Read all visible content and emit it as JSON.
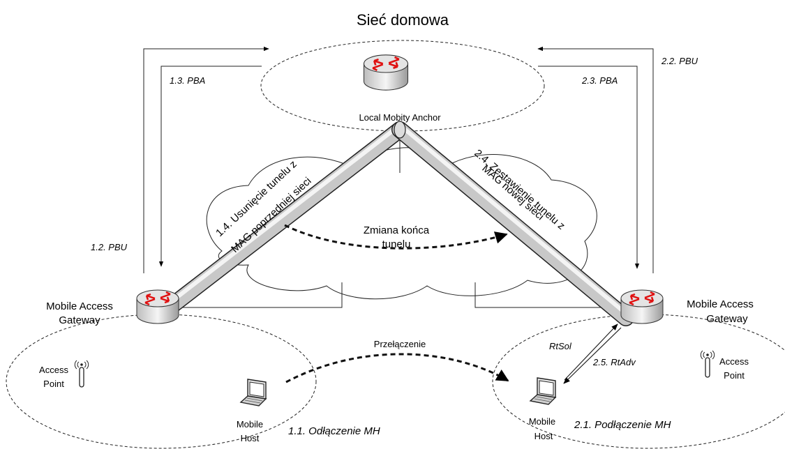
{
  "title": "Sieć domowa",
  "nodes": {
    "lma": "Local Mobity Anchor",
    "mag_left": [
      "Mobile Access",
      "Gateway"
    ],
    "mag_right": [
      "Mobile Access",
      "Gateway"
    ],
    "ap_left": [
      "Access",
      "Point"
    ],
    "ap_right": [
      "Access",
      "Point"
    ],
    "mh_left": [
      "Mobile",
      "Host"
    ],
    "mh_right": [
      "Mobile",
      "Host"
    ]
  },
  "steps": {
    "s1_1": "1.1. Odłączenie MH",
    "s1_2": "1.2. PBU",
    "s1_3": "1.3. PBA",
    "s1_4": [
      "1.4. Usunięcie tunelu z",
      "MAG poprzedniej sieci"
    ],
    "s2_1": "2.1. Podłączenie MH",
    "s2_2": "2.2. PBU",
    "s2_3": "2.3. PBA",
    "s2_4": [
      "2.4. Zestawienie tunelu z",
      "MAG nowej sieci"
    ],
    "s2_5": "2.5. RtAdv",
    "rtsol": "RtSol"
  },
  "annotations": {
    "tunnel_change": [
      "Zmiana końca",
      "tunelu"
    ],
    "handover": "Przełączenie"
  }
}
